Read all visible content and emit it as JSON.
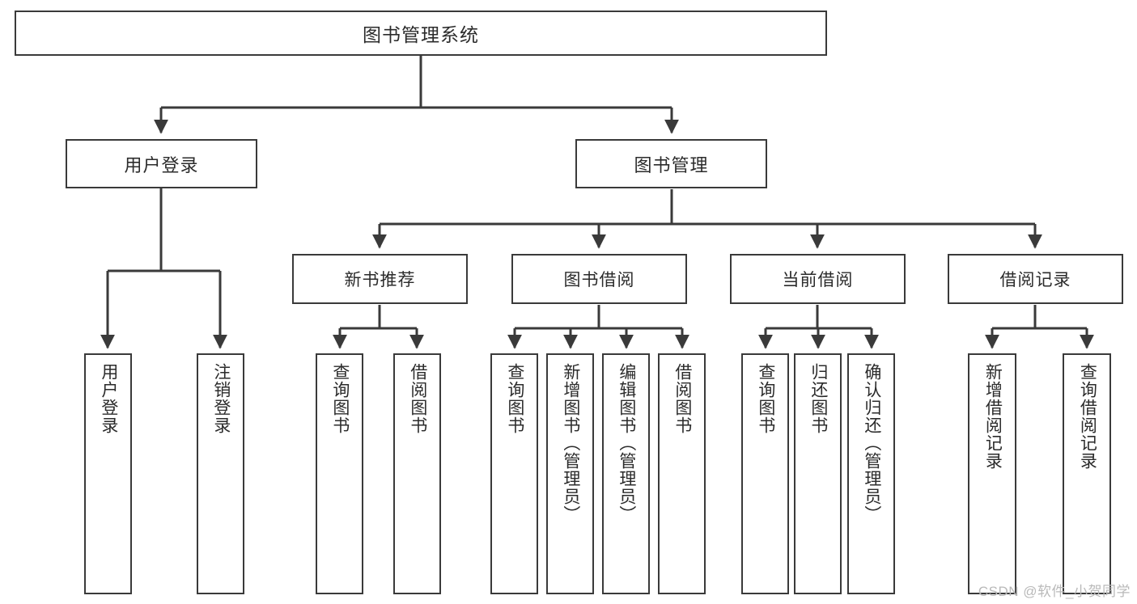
{
  "diagram": {
    "type": "tree",
    "title": "图书管理系统",
    "stroke_color": "#3a3a3a",
    "box_fill": "#ffffff",
    "text_color": "#2b2b2b",
    "watermark": "CSDN @软件_小贺同学"
  },
  "nodes": {
    "root": {
      "label": "图书管理系统"
    },
    "level2": [
      {
        "label": "用户登录"
      },
      {
        "label": "图书管理"
      }
    ],
    "level3": [
      {
        "label": "新书推荐"
      },
      {
        "label": "图书借阅"
      },
      {
        "label": "当前借阅"
      },
      {
        "label": "借阅记录"
      }
    ],
    "leaves": {
      "user_login": [
        {
          "label": "用户登录"
        },
        {
          "label": "注销登录"
        }
      ],
      "new_book_recommend": [
        {
          "label": "查询图书"
        },
        {
          "label": "借阅图书"
        }
      ],
      "book_borrow": [
        {
          "label": "查询图书"
        },
        {
          "label": "新增图书（管理员）"
        },
        {
          "label": "编辑图书（管理员）"
        },
        {
          "label": "借阅图书"
        }
      ],
      "current_borrow": [
        {
          "label": "查询图书"
        },
        {
          "label": "归还图书"
        },
        {
          "label": "确认归还（管理员）"
        }
      ],
      "borrow_record": [
        {
          "label": "新增借阅记录"
        },
        {
          "label": "查询借阅记录"
        }
      ]
    }
  }
}
